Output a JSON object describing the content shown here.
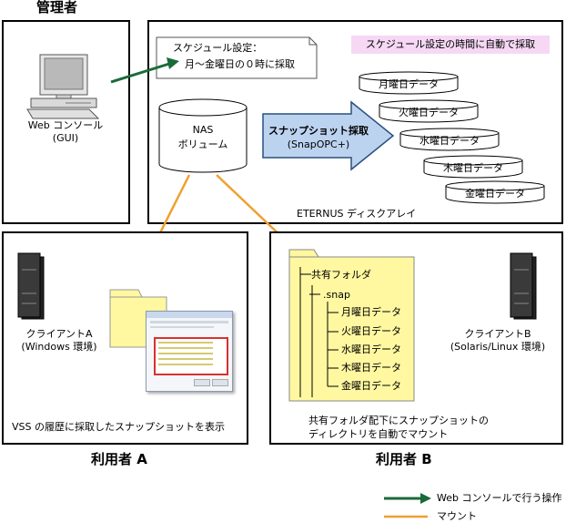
{
  "admin": {
    "title": "管理者",
    "pc_label_line1": "Web コンソール",
    "pc_label_line2": "(GUI)"
  },
  "eternus": {
    "schedule_note_line1": "スケジュール設定：",
    "schedule_note_line2": "月～金曜日の０時に採取",
    "auto_badge": "スケジュール設定の時間に自動で採取",
    "nas_line1": "NAS",
    "nas_line2": "ボリューム",
    "snapshot_arrow_line1": "スナップショット採取",
    "snapshot_arrow_line2": "(SnapOPC+)",
    "disks": [
      "月曜日データ",
      "火曜日データ",
      "水曜日データ",
      "木曜日データ",
      "金曜日データ"
    ],
    "label": "ETERNUS ディスクアレイ"
  },
  "user_a": {
    "client_line1": "クライアントA",
    "client_line2": "(Windows 環境)",
    "desc": "VSS の履歴に採取したスナップショットを表示",
    "title": "利用者 A"
  },
  "user_b": {
    "share_folder": "共有フォルダ",
    "snap_folder": ".snap",
    "items": [
      "月曜日データ",
      "火曜日データ",
      "水曜日データ",
      "木曜日データ",
      "金曜日データ"
    ],
    "client_line1": "クライアントB",
    "client_line2": "(Solaris/Linux 環境)",
    "desc_line1": "共有フォルダ配下にスナップショットの",
    "desc_line2": "ディレクトリを自動でマウント",
    "title": "利用者 B"
  },
  "legend": {
    "web_op": "Web コンソールで行う操作",
    "mount": "マウント"
  },
  "colors": {
    "green_arrow": "#1a6b3a",
    "mount_line": "#f0a030",
    "badge_bg": "#f6d8f4",
    "arrow_blue": "#bcd3f0",
    "folder_yellow": "#fff8a0"
  }
}
